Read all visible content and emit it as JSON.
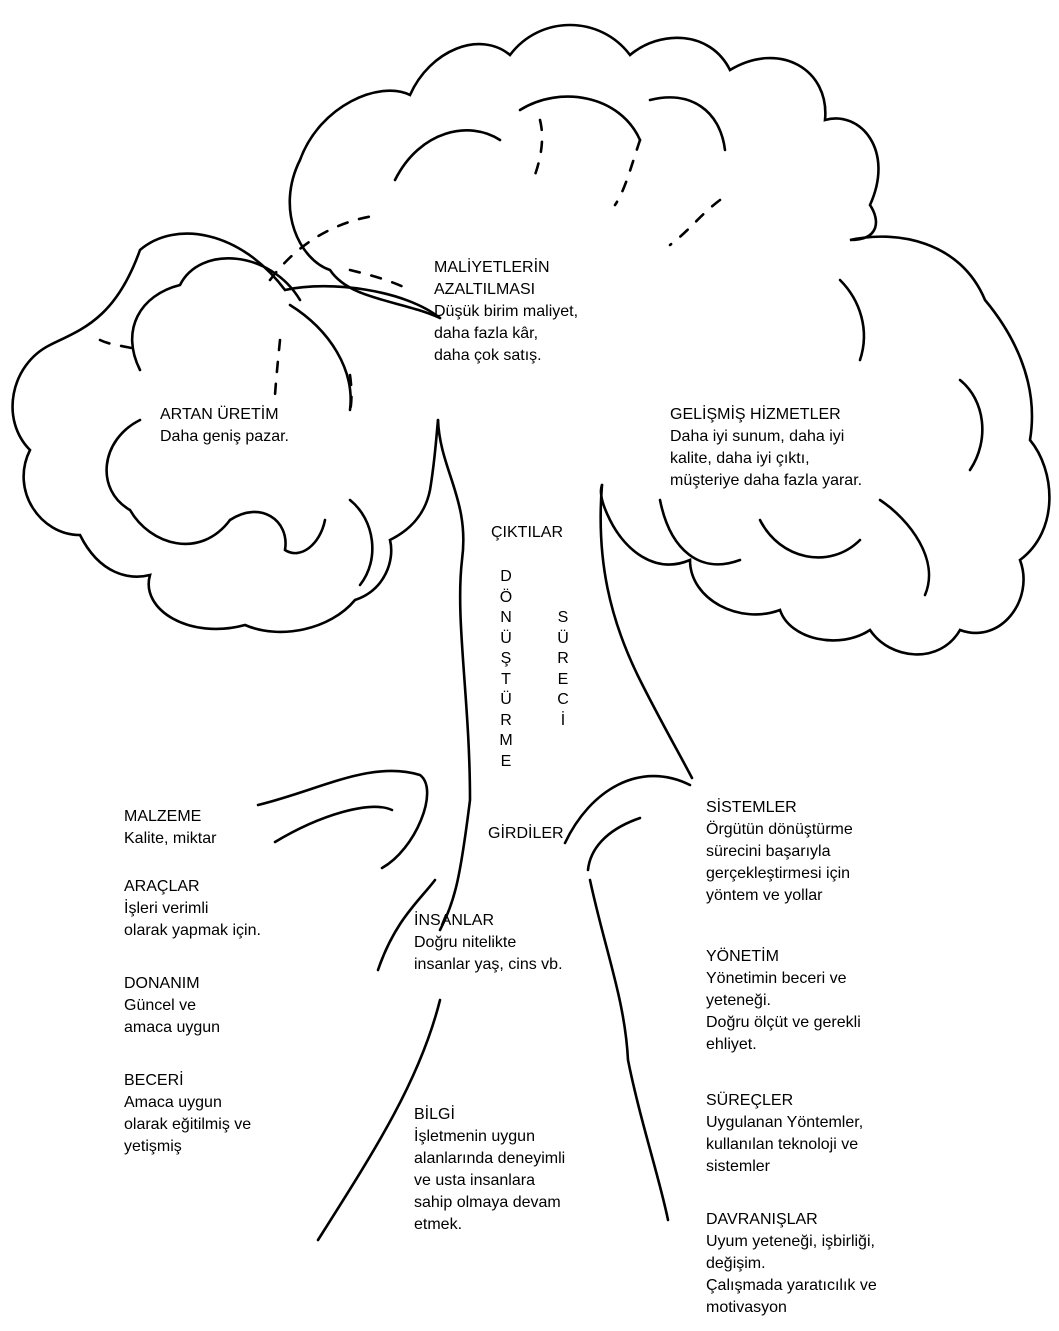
{
  "outputs": {
    "cost": {
      "title": [
        "MALİYETLERİN",
        "AZALTILMASI"
      ],
      "lines": [
        "Düşük birim maliyet,",
        "daha fazla kâr,",
        "daha çok satış."
      ]
    },
    "production": {
      "title": [
        "ARTAN ÜRETİM"
      ],
      "lines": [
        "Daha geniş pazar."
      ]
    },
    "services": {
      "title": [
        "GELİŞMİŞ HİZMETLER"
      ],
      "lines": [
        "Daha iyi sunum, daha iyi",
        "kalite, daha iyi çıktı,",
        "müşteriye daha fazla yarar."
      ]
    }
  },
  "trunk": {
    "outputs_label": "ÇIKTILAR",
    "inputs_label": "GİRDİLER",
    "transformation": [
      "D",
      "Ö",
      "N",
      "Ü",
      "Ş",
      "T",
      "Ü",
      "R",
      "M",
      "E"
    ],
    "process": [
      "S",
      "Ü",
      "R",
      "E",
      "C",
      "İ"
    ]
  },
  "inputs_left": [
    {
      "title": "MALZEME",
      "lines": [
        "Kalite, miktar"
      ]
    },
    {
      "title": "ARAÇLAR",
      "lines": [
        "İşleri verimli",
        "olarak yapmak için."
      ]
    },
    {
      "title": "DONANIM",
      "lines": [
        "Güncel ve",
        "amaca uygun"
      ]
    },
    {
      "title": "BECERİ",
      "lines": [
        "Amaca uygun",
        "olarak eğitilmiş ve",
        "yetişmiş"
      ]
    }
  ],
  "inputs_center": [
    {
      "title": "İNSANLAR",
      "lines": [
        "Doğru nitelikte",
        "insanlar yaş, cins vb."
      ]
    },
    {
      "title": "BİLGİ",
      "lines": [
        "İşletmenin uygun",
        "alanlarında deneyimli",
        "ve usta insanlara",
        "sahip olmaya devam",
        "etmek."
      ]
    }
  ],
  "inputs_right": [
    {
      "title": "SİSTEMLER",
      "lines": [
        "Örgütün dönüştürme",
        "sürecini başarıyla",
        "gerçekleştirmesi için",
        "yöntem ve yollar"
      ]
    },
    {
      "title": "YÖNETİM",
      "lines": [
        "Yönetimin beceri ve",
        "yeteneği.",
        "Doğru ölçüt ve gerekli",
        "ehliyet."
      ]
    },
    {
      "title": "SÜREÇLER",
      "lines": [
        "Uygulanan Yöntemler,",
        "kullanılan teknoloji ve",
        "sistemler"
      ]
    },
    {
      "title": "DAVRANIŞLAR",
      "lines": [
        "Uyum yeteneği, işbirliği,",
        "değişim.",
        "Çalışmada yaratıcılık ve",
        "motivasyon"
      ]
    }
  ]
}
